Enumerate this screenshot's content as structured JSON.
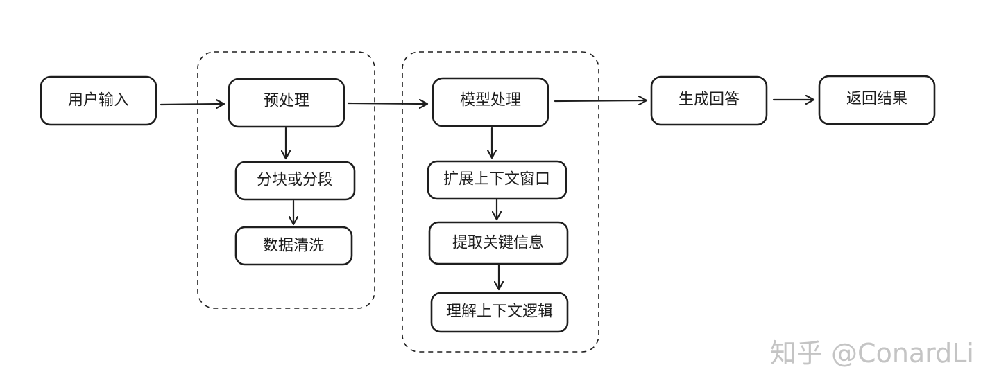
{
  "nodes": {
    "user_input": "用户输入",
    "preprocess": "预处理",
    "chunking": "分块或分段",
    "data_cleaning": "数据清洗",
    "model_processing": "模型处理",
    "expand_context": "扩展上下文窗口",
    "extract_info": "提取关键信息",
    "understand_logic": "理解上下文逻辑",
    "generate_answer": "生成回答",
    "return_result": "返回结果"
  },
  "watermark": "知乎 @ConardLi"
}
